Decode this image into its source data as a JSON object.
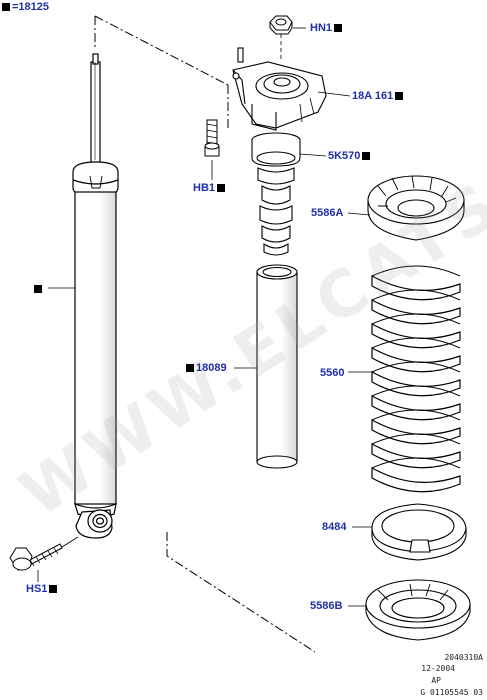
{
  "header_ref": "=18125",
  "watermark": "WWW.ELCATS.RU",
  "labels": {
    "hn1": "HN1",
    "p18a161": "18A 161",
    "p5k570": "5K570",
    "hb1": "HB1",
    "p5586a": "5586A",
    "p18089": "18089",
    "p5560": "5560",
    "p8484": "8484",
    "hs1": "HS1",
    "p5586b": "5586B"
  },
  "footer": {
    "line1": "2040310A",
    "line2": "12-2004",
    "line3": "AP",
    "line4": "G 01105545 03"
  },
  "colors": {
    "callout_text": "#1f2fa8",
    "marker": "#000000",
    "line_art": "#000000"
  }
}
